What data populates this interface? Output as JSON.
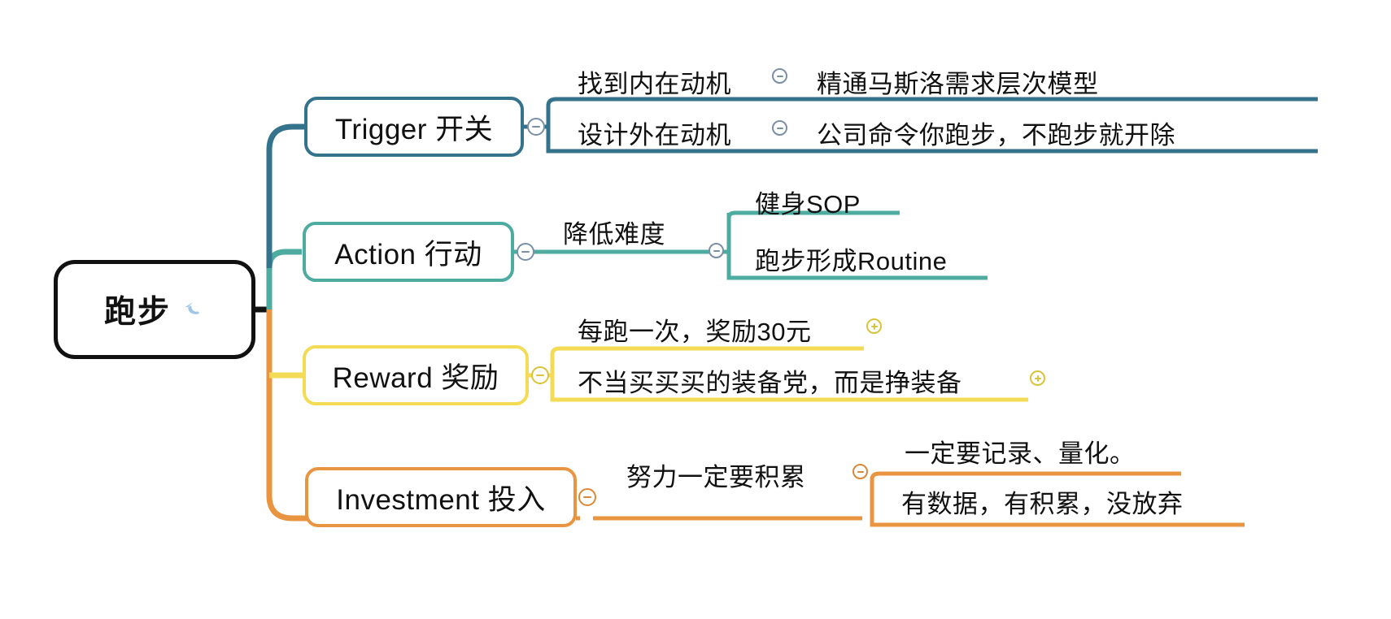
{
  "document": {
    "type": "mindmap",
    "title": "跑步",
    "background": "#ffffff"
  },
  "root": {
    "label": "跑步",
    "icon": "curved-arrow-icon",
    "icon_glyph": "↰",
    "icon_color": "#9EC4E8",
    "border_color": "#111111"
  },
  "palette": {
    "trigger": "#35738C",
    "action": "#4DAB9F",
    "reward": "#F3DB55",
    "investment": "#E89440",
    "toggle_stroke": "#7a8fa6",
    "text": "#111111"
  },
  "toggles": {
    "collapse_glyph": "⊖",
    "expand_glyph": "⊕",
    "collapse_name": "collapse-toggle",
    "expand_name": "expand-toggle"
  },
  "branches": [
    {
      "id": "trigger",
      "label": "Trigger 开关",
      "color": "#35738C",
      "children": [
        {
          "label": "找到内在动机",
          "state": "expanded",
          "children": [
            {
              "label": "精通马斯洛需求层次模型",
              "state": "expanded"
            }
          ]
        },
        {
          "label": "设计外在动机",
          "state": "expanded",
          "children": [
            {
              "label": "公司命令你跑步，不跑步就开除",
              "state": "expanded"
            }
          ]
        }
      ]
    },
    {
      "id": "action",
      "label": "Action 行动",
      "color": "#4DAB9F",
      "children": [
        {
          "label": "降低难度",
          "state": "expanded",
          "children": [
            {
              "label": "健身SOP",
              "state": "leaf"
            },
            {
              "label": "跑步形成Routine",
              "state": "leaf"
            }
          ]
        }
      ]
    },
    {
      "id": "reward",
      "label": "Reward 奖励",
      "color": "#F3DB55",
      "children": [
        {
          "label": "每跑一次，奖励30元",
          "state": "collapsed"
        },
        {
          "label": "不当买买买的装备党，而是挣装备",
          "state": "collapsed"
        }
      ]
    },
    {
      "id": "investment",
      "label": "Investment 投入",
      "color": "#E89440",
      "children": [
        {
          "label": "努力一定要积累",
          "state": "expanded",
          "children": [
            {
              "label": "一定要记录、量化。",
              "state": "leaf"
            },
            {
              "label": "有数据，有积累，没放弃",
              "state": "leaf"
            }
          ]
        }
      ]
    }
  ]
}
